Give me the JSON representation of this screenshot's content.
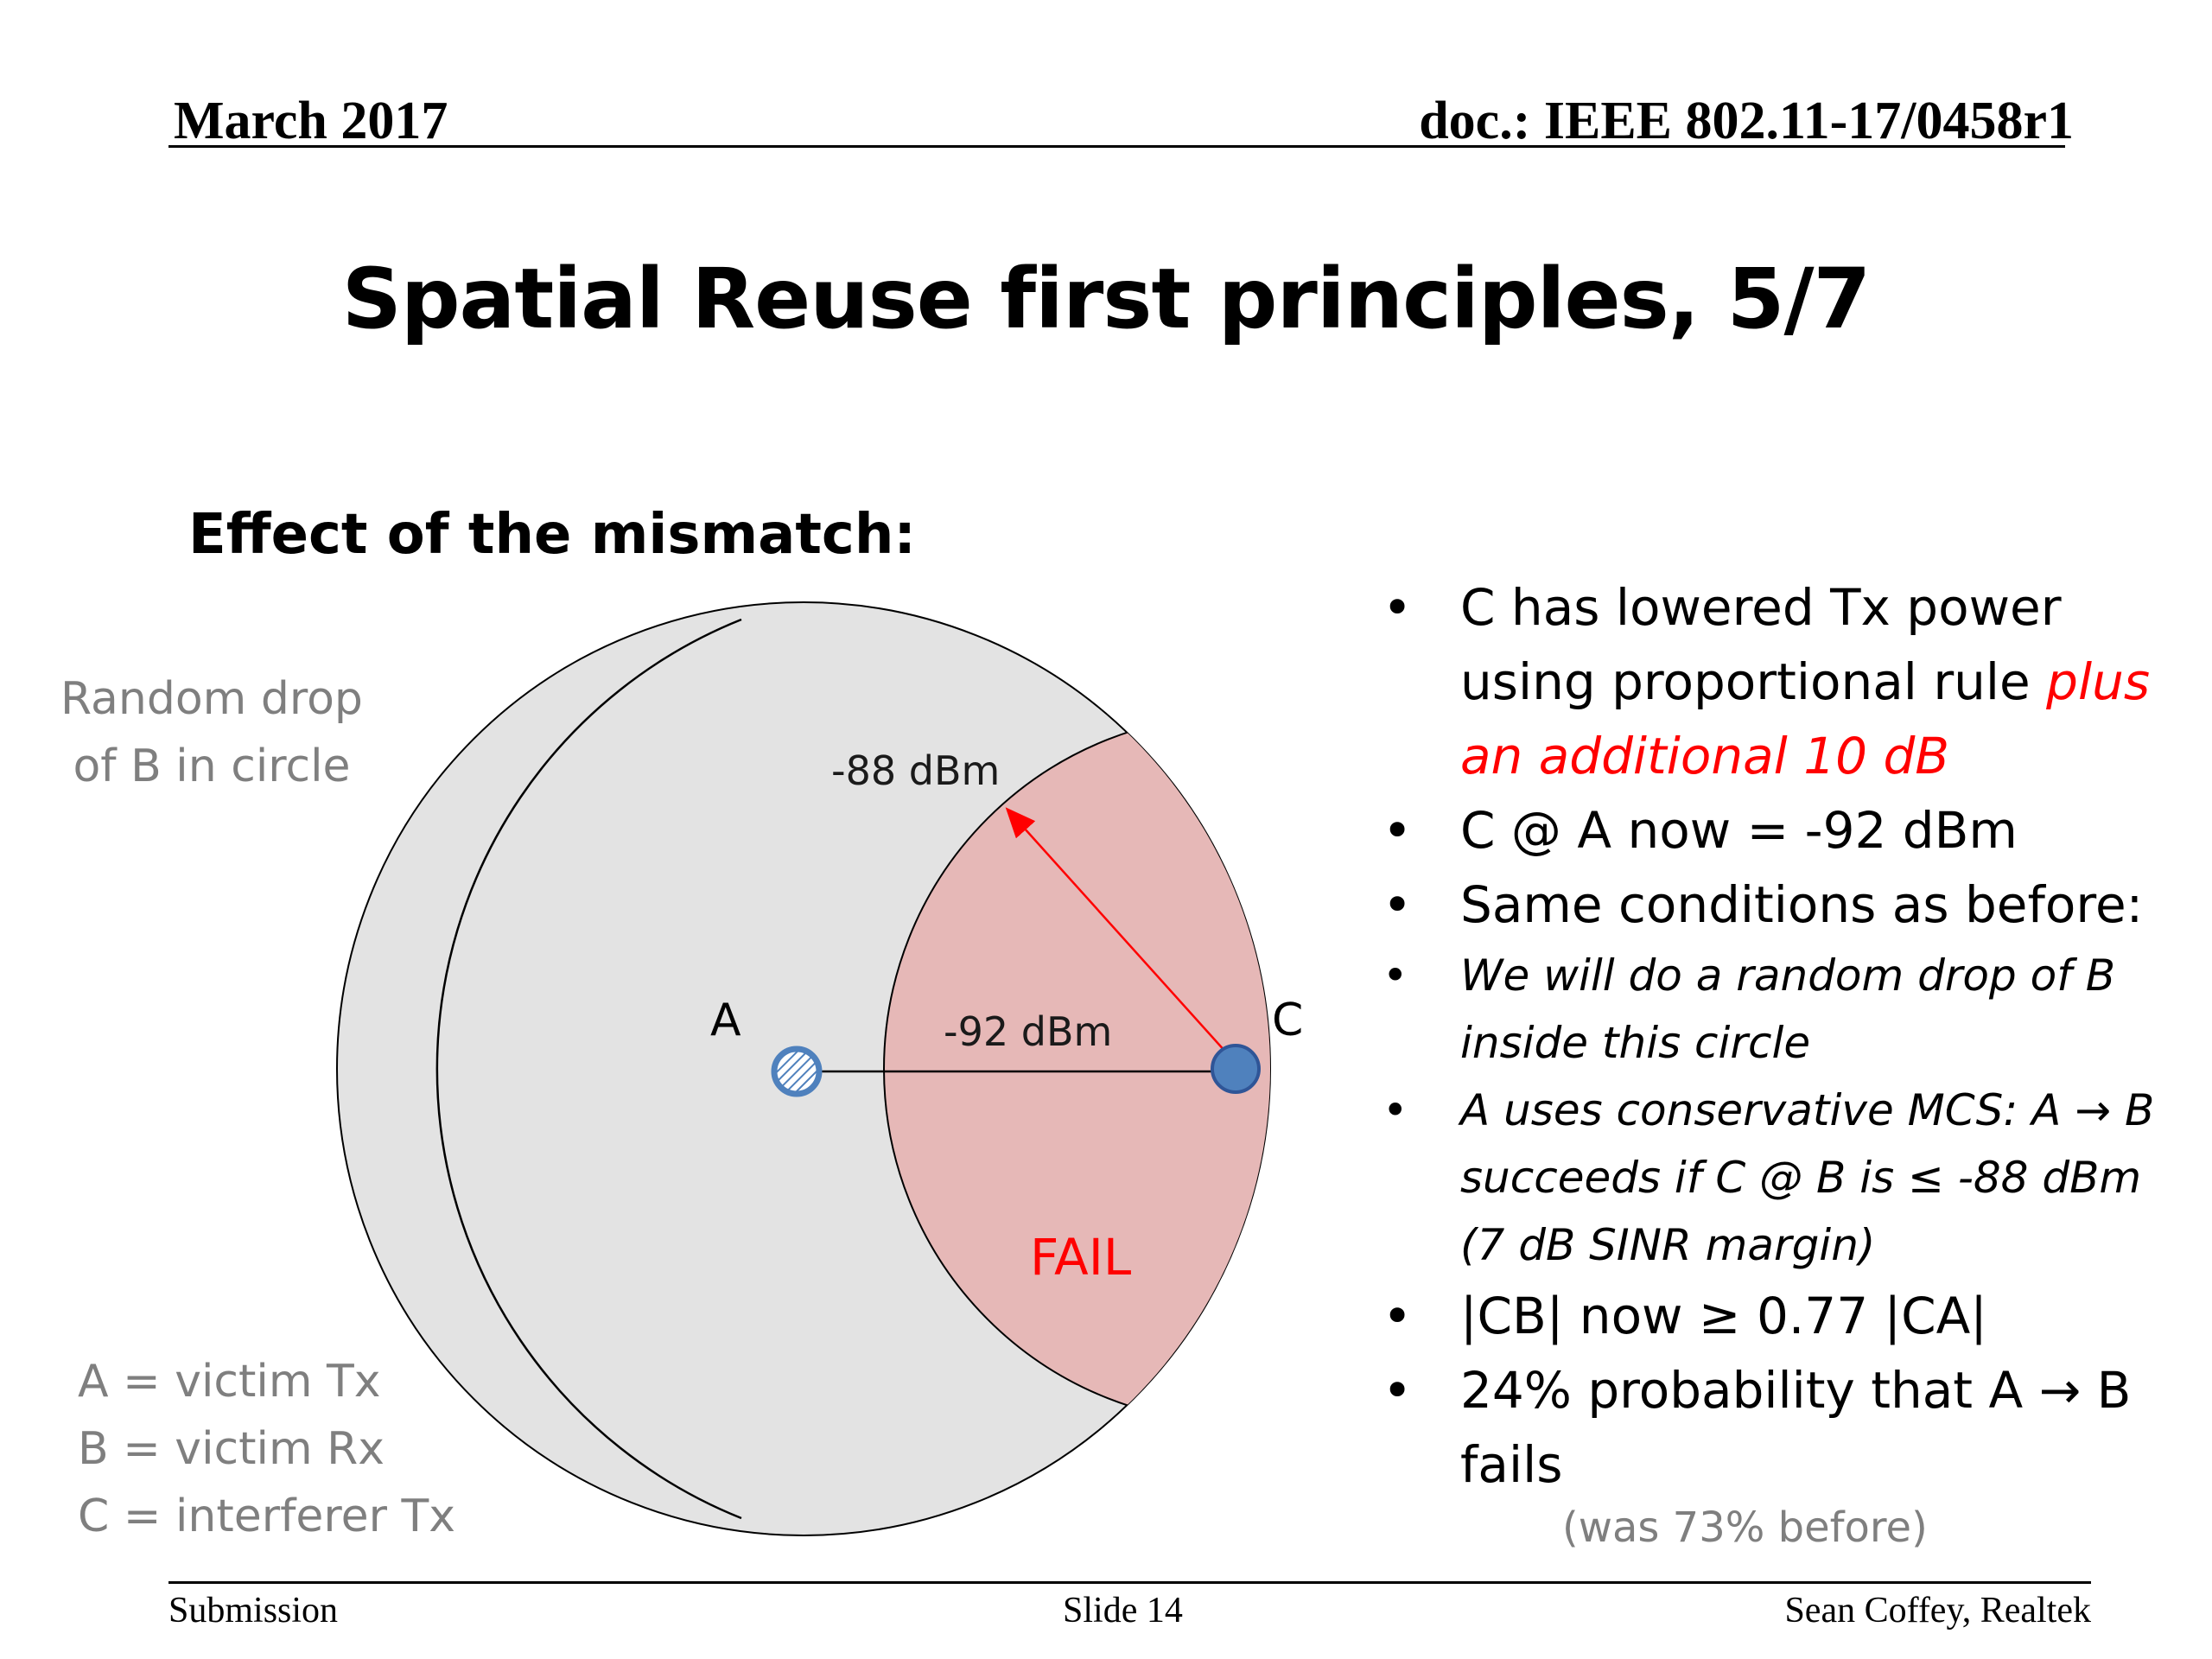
{
  "header": {
    "date": "March 2017",
    "doc": "doc.: IEEE 802.11-17/0458r1"
  },
  "title": "Spatial Reuse first principles, 5/7",
  "subheading": "Effect of the mismatch:",
  "diagram": {
    "drop_note_line1": "Random drop",
    "drop_note_line2": "of B in circle",
    "label_a": "A",
    "label_c": "C",
    "label_88": "-88 dBm",
    "label_92": "-92 dBm",
    "label_fail": "FAIL",
    "colors": {
      "circle": "#e3e3e3",
      "fail_region": "#e6b8b7",
      "arrow": "#ff0000",
      "node": "#4f81bd"
    }
  },
  "legend": [
    "A = victim Tx",
    "B = victim Rx",
    "C = interferer Tx"
  ],
  "bullets": {
    "glyph": "•",
    "b1_pre": "C has lowered Tx power using proportional rule ",
    "b1_red": "plus an additional 10 dB",
    "b2": "C @ A now = -92 dBm",
    "b3": "Same conditions as before:",
    "b4": "We will do a random drop of B inside this circle",
    "b5_pre": "A uses conservative MCS:",
    "b5_mid": "A → B succeeds if C @ B is ≤ -88 dBm (7 dB SINR margin)",
    "b6": "|CB| now ≥ 0.77 |CA|",
    "b7": "24% probability that A → B fails",
    "was_note": "(was 73% before)"
  },
  "footer": {
    "left": "Submission",
    "center": "Slide 14",
    "right": "Sean Coffey, Realtek"
  }
}
